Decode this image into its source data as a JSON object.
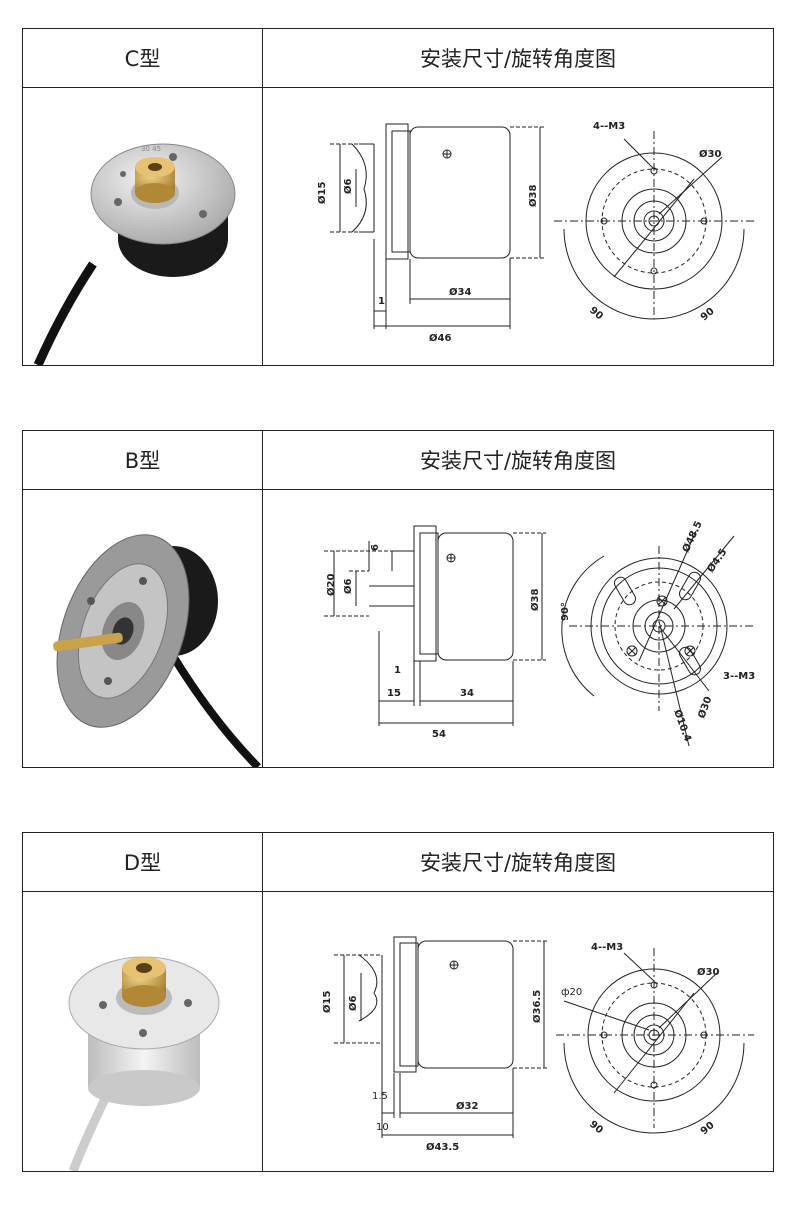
{
  "column_header": "安装尺寸/旋转角度图",
  "sections": [
    {
      "type_label": "C型",
      "dims": {
        "d15": "Ø15",
        "d6": "Ø6",
        "d38": "Ø38",
        "one": "1",
        "d34": "Ø34",
        "d46": "Ø46",
        "m3": "4--M3",
        "d30": "Ø30",
        "a1": "90",
        "a2": "90"
      }
    },
    {
      "type_label": "B型",
      "dims": {
        "six": "6",
        "d20": "Ø20",
        "d6": "Ø6",
        "d38": "Ø38",
        "one": "1",
        "fifteen": "15",
        "thirtyfour": "34",
        "fiftyfour": "54",
        "d485": "Ø48.5",
        "d45": "Ø4.5",
        "deg90": "90°",
        "m3": "3--M3",
        "d30": "Ø30",
        "d104": "Ø10.4"
      }
    },
    {
      "type_label": "D型",
      "dims": {
        "d15": "Ø15",
        "d6": "Ø6",
        "d365": "Ø36.5",
        "onefive": "1.5",
        "ten": "10",
        "d32": "Ø32",
        "d435": "Ø43.5",
        "m3": "4--M3",
        "phi20": "ф20",
        "d30": "Ø30",
        "a1": "90",
        "a2": "90"
      }
    }
  ],
  "colors": {
    "border": "#222222",
    "brass": "#c9a24a",
    "body_black": "#1a1a1a",
    "flange_silver": "#c8c8c8",
    "body_silver": "#dcdcdc"
  }
}
